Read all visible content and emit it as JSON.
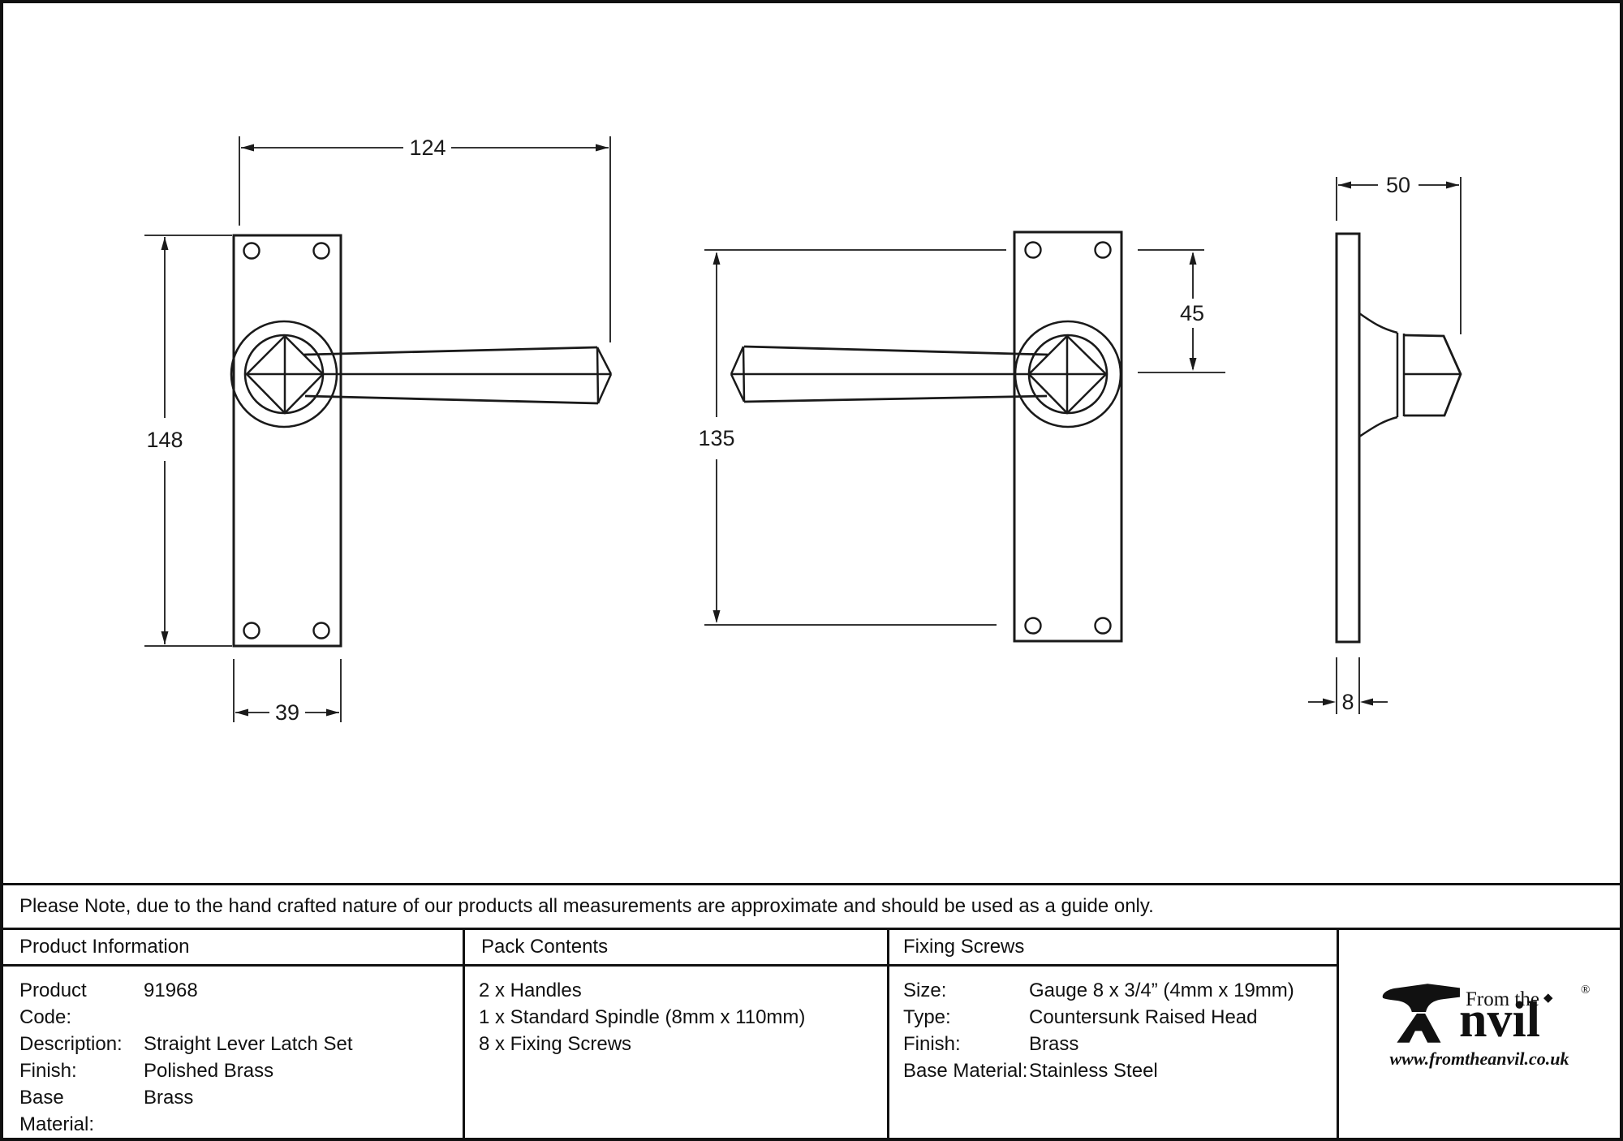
{
  "drawing": {
    "dimensions": {
      "front_width": "124",
      "plate_height": "148",
      "plate_width": "39",
      "fixing_centres": "135",
      "top_hole_to_centre": "45",
      "projection": "50",
      "plate_thickness": "8"
    }
  },
  "note": "Please Note, due to the hand crafted nature of our products all measurements are approximate and should be used as a guide only.",
  "table": {
    "product_information": {
      "header": "Product Information",
      "rows": [
        {
          "label": "Product Code:",
          "value": "91968"
        },
        {
          "label": "Description:",
          "value": "Straight Lever Latch Set"
        },
        {
          "label": "Finish:",
          "value": "Polished Brass"
        },
        {
          "label": "Base Material:",
          "value": "Brass"
        }
      ]
    },
    "pack_contents": {
      "header": "Pack Contents",
      "items": [
        "2 x Handles",
        "1 x Standard Spindle (8mm x 110mm)",
        "8 x Fixing Screws"
      ]
    },
    "fixing_screws": {
      "header": "Fixing Screws",
      "rows": [
        {
          "label": "Size:",
          "value": "Gauge 8 x 3/4” (4mm x 19mm)"
        },
        {
          "label": "Type:",
          "value": "Countersunk Raised Head"
        },
        {
          "label": "Finish:",
          "value": "Brass"
        },
        {
          "label": "Base Material:",
          "value": "Stainless Steel"
        }
      ]
    }
  },
  "logo": {
    "prefix": "From the",
    "ornament": "◆",
    "brand_visible": "nvil",
    "registered": "®",
    "website": "www.fromtheanvil.co.uk"
  }
}
